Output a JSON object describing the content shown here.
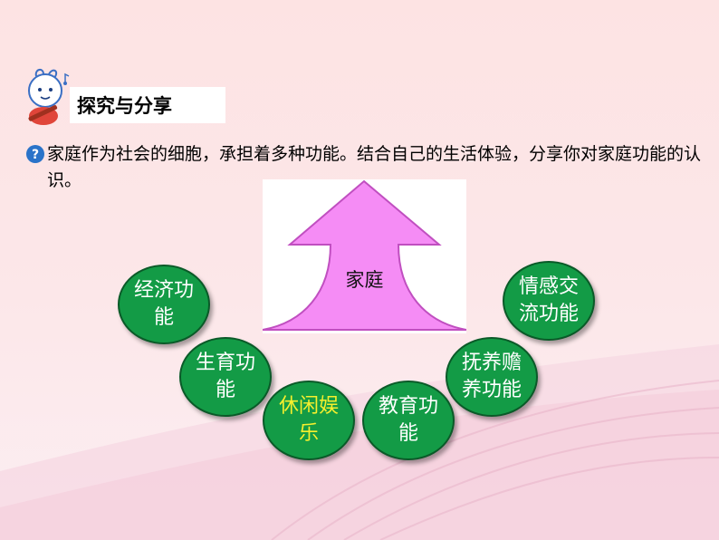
{
  "header": {
    "title": "探究与分享"
  },
  "question": {
    "text": "家庭作为社会的细胞，承担着多种功能。结合自己的生活体验，分享你对家庭功能的认识。"
  },
  "diagram": {
    "center_label": "家庭",
    "nodes": [
      {
        "label": "经济功能"
      },
      {
        "label": "生育功能"
      },
      {
        "label": "休闲娱乐"
      },
      {
        "label": "教育功能"
      },
      {
        "label": "抚养赡养功能"
      },
      {
        "label": "情感交流功能"
      }
    ]
  },
  "colors": {
    "arrow_fill": "#f58cf5",
    "node_fill": "#139b46",
    "node_text": "#ffffff",
    "node_text_highlight": "#f6ef2d",
    "question_icon": "#2a73c9"
  },
  "icons": {
    "mascot": "cartoon-mascot-icon",
    "question": "question-mark-icon"
  }
}
